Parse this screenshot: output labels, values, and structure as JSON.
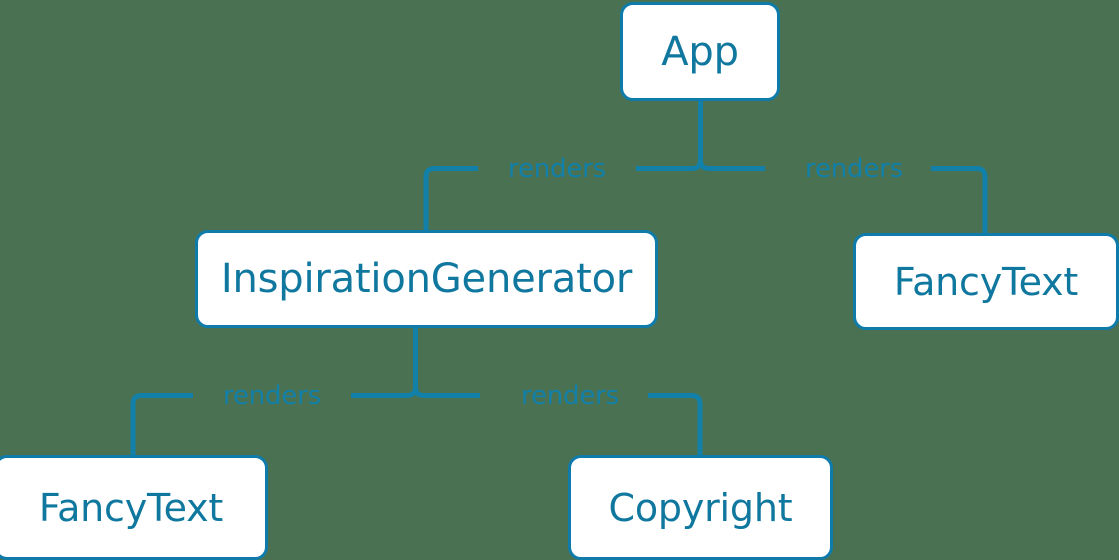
{
  "diagram": {
    "type": "component-tree",
    "background_color": "#4a7252",
    "node_fill_color": "#ffffff",
    "node_border_color": "#0f7bab",
    "text_color": "#10789f",
    "edge_color": "#1280a8",
    "nodes": [
      {
        "id": "app",
        "label": "App"
      },
      {
        "id": "inspgen",
        "label": "InspirationGenerator"
      },
      {
        "id": "fancy_right",
        "label": "FancyText"
      },
      {
        "id": "fancy_left",
        "label": "FancyText"
      },
      {
        "id": "copyright",
        "label": "Copyright"
      }
    ],
    "edges": [
      {
        "from": "app",
        "to": "inspgen",
        "label": "renders"
      },
      {
        "from": "app",
        "to": "fancy_right",
        "label": "renders"
      },
      {
        "from": "inspgen",
        "to": "fancy_left",
        "label": "renders"
      },
      {
        "from": "inspgen",
        "to": "copyright",
        "label": "renders"
      }
    ]
  }
}
